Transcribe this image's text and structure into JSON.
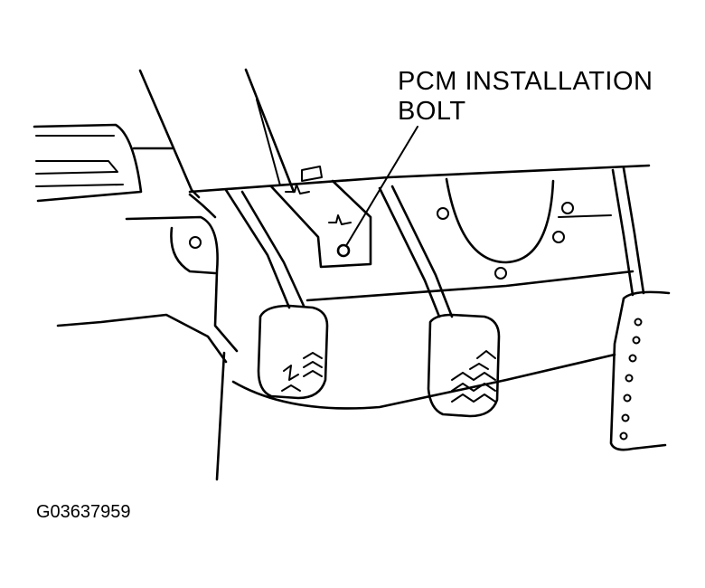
{
  "callout": {
    "line1": "PCM INSTALLATION",
    "line2": "BOLT"
  },
  "figure_id": "G03637959",
  "colors": {
    "ink": "#000000",
    "background": "#ffffff"
  }
}
